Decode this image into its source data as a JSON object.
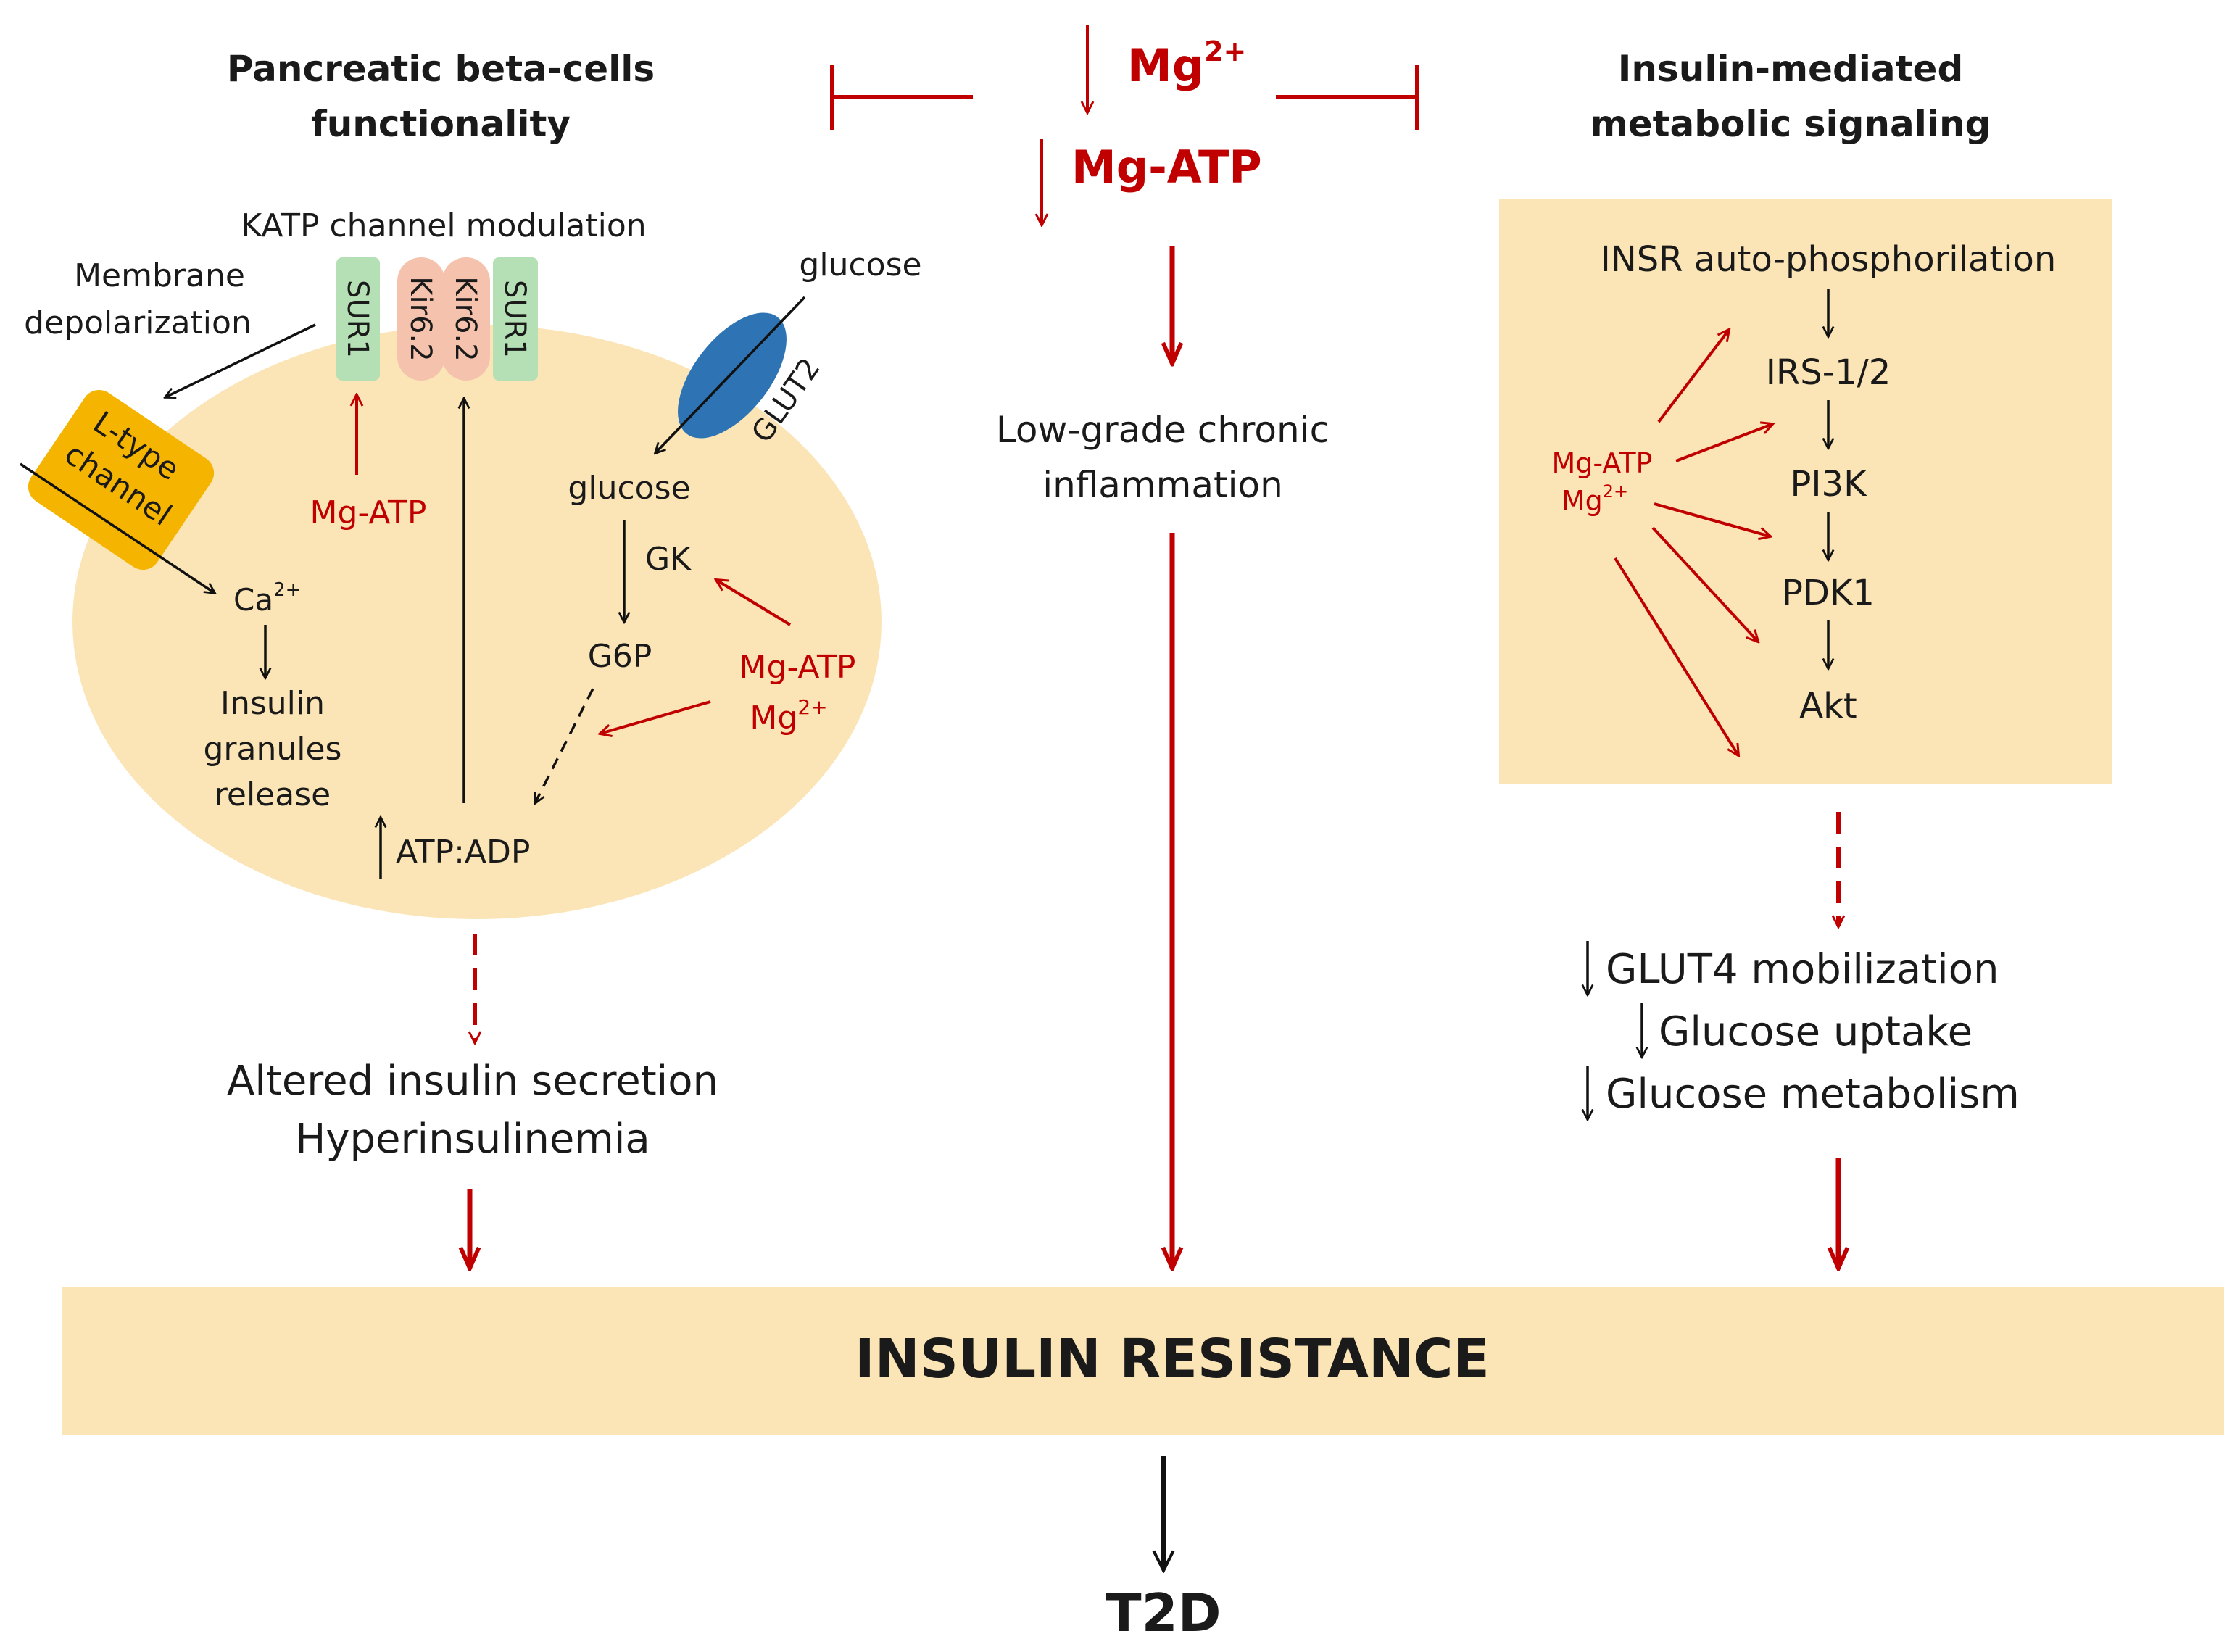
{
  "top": {
    "mg_label": "Mg",
    "mg_sup": "2+",
    "mg_atp": "Mg-ATP"
  },
  "left": {
    "title_line1": "Pancreatic beta-cells",
    "title_line2": "functionality",
    "katp": "KATP channel modulation",
    "membrane_line1": "Membrane",
    "membrane_line2": "depolarization",
    "sur1_a": "SUR1",
    "kir_a": "Kir6.2",
    "kir_b": "Kir6.2",
    "sur1_b": "SUR1",
    "l_type_line1": "L-type",
    "l_type_line2": "channel",
    "glucose_out": "glucose",
    "glut2": "GLUT2",
    "glucose_in": "glucose",
    "gk": "GK",
    "g6p": "G6P",
    "mg_atp_katp": "Mg-ATP",
    "mg_atp_gk": "Mg-ATP",
    "mg_gk": "Mg",
    "mg_gk_sup": "2+",
    "ca": "Ca",
    "ca_sup": "2+",
    "insulin_line1": "Insulin",
    "insulin_line2": "granules",
    "insulin_line3": "release",
    "atp_adp": "ATP:ADP",
    "outcome_line1": "Altered insulin secretion",
    "outcome_line2": "Hyperinsulinemia"
  },
  "center": {
    "inflammation_line1": "Low-grade chronic",
    "inflammation_line2": "inflammation"
  },
  "right": {
    "title_line1": "Insulin-mediated",
    "title_line2": "metabolic signaling",
    "insr": "INSR auto-phosphorilation",
    "irs": "IRS-1/2",
    "pi3k": "PI3K",
    "pdk1": "PDK1",
    "akt": "Akt",
    "mg_atp": "Mg-ATP",
    "mg": "Mg",
    "mg_sup": "2+",
    "glut4": "GLUT4 mobilization",
    "uptake": "Glucose uptake",
    "metabolism": "Glucose metabolism"
  },
  "bottom": {
    "insulin_resistance": "INSULIN RESISTANCE",
    "t2d": "T2D"
  },
  "colors": {
    "red": "#c00000",
    "cream": "#fbe5b6",
    "sur1": "#b5e0b5",
    "kir": "#f5c3ad",
    "l_type": "#f5b400",
    "glut2": "#2e74b5"
  }
}
